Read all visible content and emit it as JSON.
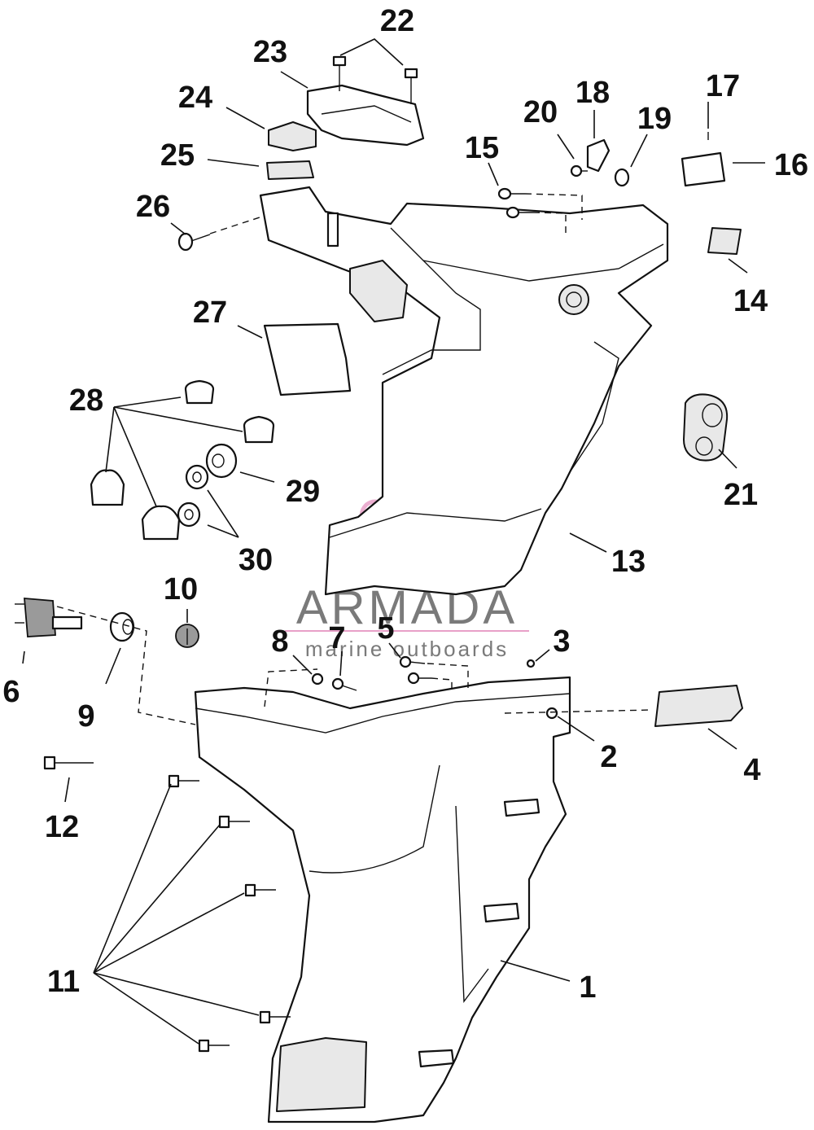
{
  "diagram": {
    "callouts": {
      "c1": "1",
      "c2": "2",
      "c3": "3",
      "c4": "4",
      "c5": "5",
      "c6": "6",
      "c7": "7",
      "c8": "8",
      "c9": "9",
      "c10": "10",
      "c11": "11",
      "c12": "12",
      "c13": "13",
      "c14": "14",
      "c15": "15",
      "c16": "16",
      "c17": "17",
      "c18": "18",
      "c19": "19",
      "c20": "20",
      "c21": "21",
      "c22": "22",
      "c23": "23",
      "c24": "24",
      "c25": "25",
      "c26": "26",
      "c27": "27",
      "c28": "28",
      "c29": "29",
      "c30": "30"
    }
  },
  "watermark": {
    "brand": "ARMADA",
    "tagline": "marine outboards",
    "accent_color": "#e8a0c8"
  }
}
